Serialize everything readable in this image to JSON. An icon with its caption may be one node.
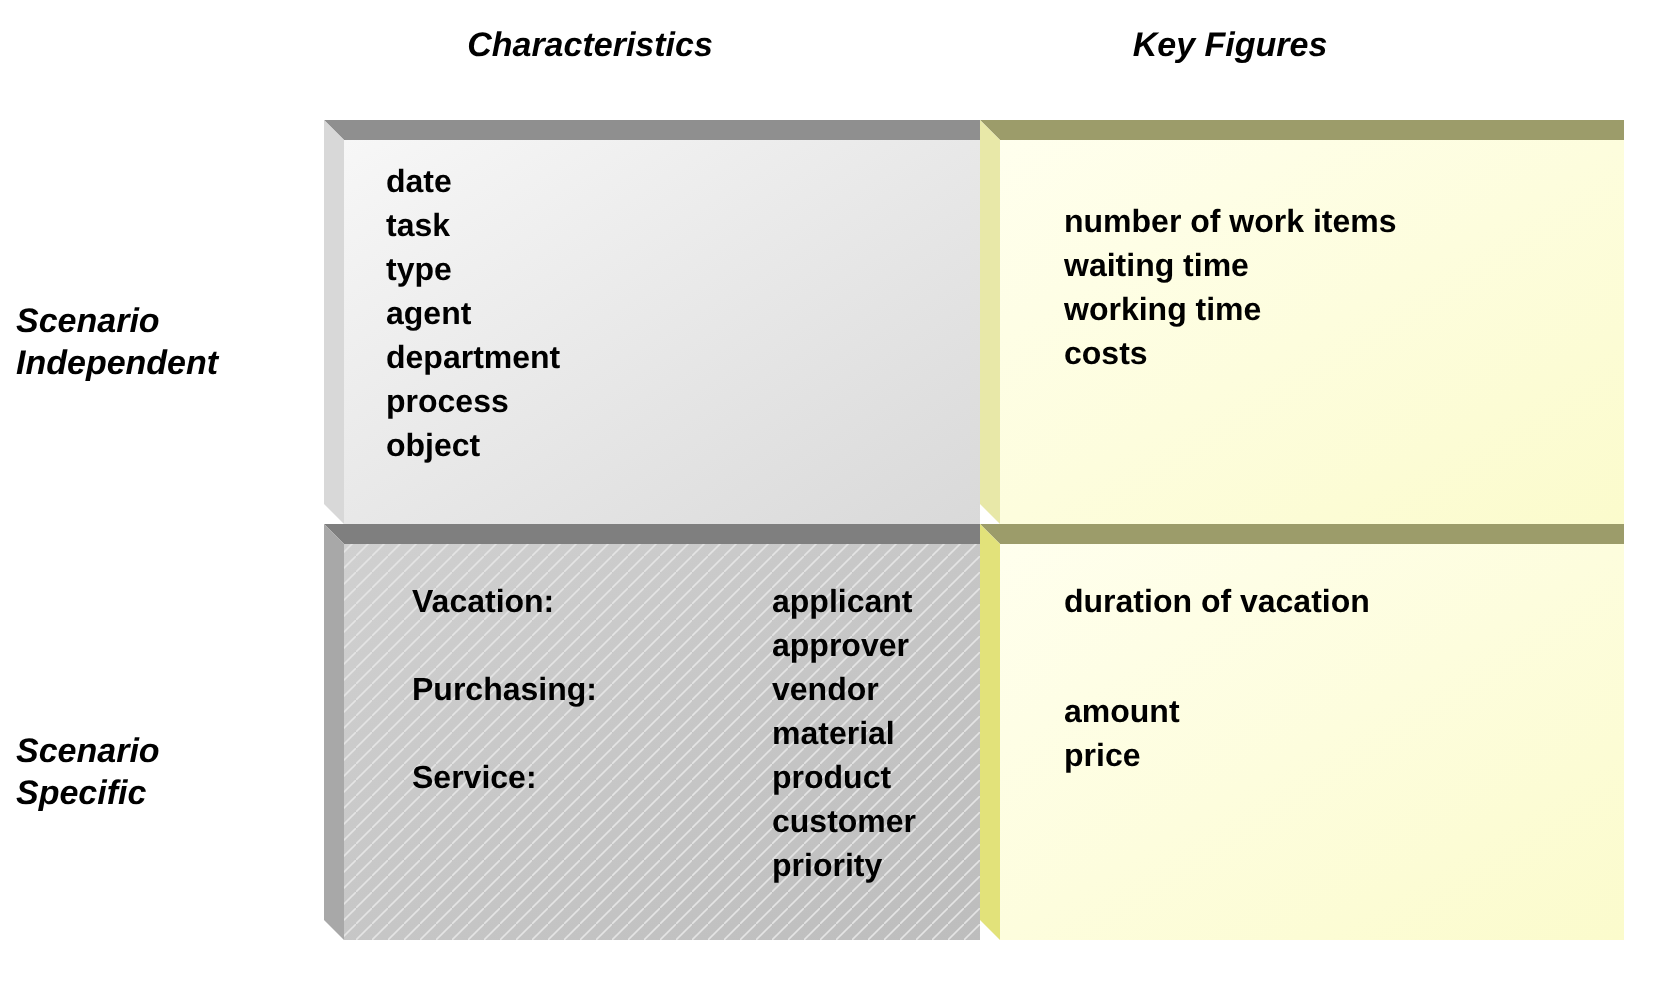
{
  "diagram": {
    "nodes": [
      {
        "text": [
          "date",
          "task",
          "type",
          "agent",
          "department",
          "process",
          "object"
        ]
      },
      {
        "text": [
          "number of work items",
          "waiting time",
          "working time",
          "costs"
        ]
      },
      {
        "text": [
          "Vacation:",
          "applicant",
          "approver",
          "Purchasing:",
          "vendor",
          "material",
          "Service:",
          "product",
          "customer",
          "priority"
        ]
      },
      {
        "text": [
          "duration of vacation",
          "amount",
          "price"
        ]
      }
    ],
    "edges": [],
    "labels": [
      "Characteristics",
      "Key Figures",
      "Scenario Independent",
      "Scenario Specific"
    ]
  }
}
